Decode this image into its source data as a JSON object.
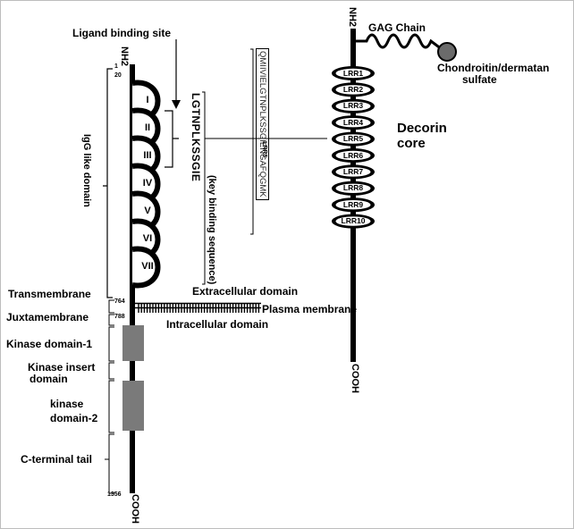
{
  "diagram": {
    "ligand_binding_site": "Ligand binding site",
    "nh2_receptor": "NH2",
    "residue_1": "1",
    "residue_20": "20",
    "igg_domains": [
      "I",
      "II",
      "III",
      "IV",
      "V",
      "VI",
      "VII"
    ],
    "igg_like_domain": "IgG like domain",
    "key_sequence": "LGTNPLKSSGIE",
    "key_sequence_caption": "(key binding sequence)",
    "extracellular_domain": "Extracellular domain",
    "plasma_membrane": "Plasma membrane",
    "intracellular_domain": "Intracellular domain",
    "transmembrane": "Transmembrane",
    "residue_764": "764",
    "juxtamembrane": "Juxtamembrane",
    "residue_788": "788",
    "kinase_domain_1": "Kinase domain-1",
    "kinase_insert_line1": "Kinase insert",
    "kinase_insert_line2": "domain",
    "kinase_domain_2_line1": "kinase",
    "kinase_domain_2_line2": "domain-2",
    "c_terminal_tail": "C-terminal tail",
    "residue_1356": "1356",
    "cooh_receptor": "COOH",
    "lrr5_sequence": "QMIIVIELGTNPLKSSGIENGAFQGMK",
    "lrr5_label": "LRR5",
    "nh2_decorin": "NH2",
    "gag_chain": "GAG Chain",
    "chondroitin_line1": "Chondroitin/dermatan",
    "chondroitin_line2": "sulfate",
    "lrr_repeats": [
      "LRR1",
      "LRR2",
      "LRR3",
      "LRR4",
      "LRR5",
      "LRR6",
      "LRR7",
      "LRR8",
      "LRR9",
      "LRR10"
    ],
    "decorin_line1": "Decorin",
    "decorin_line2": "core",
    "cooh_decorin": "COOH"
  }
}
